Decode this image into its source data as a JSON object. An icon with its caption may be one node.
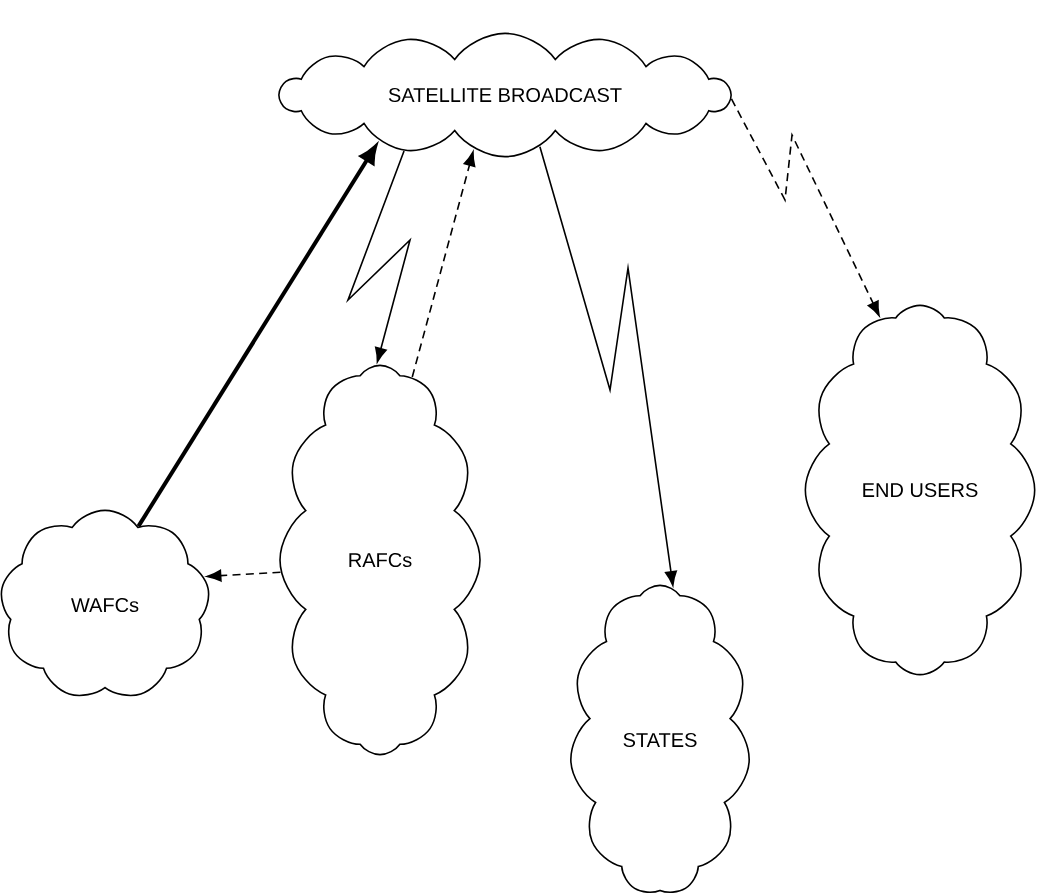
{
  "diagram": {
    "nodes": [
      {
        "text": [
          "SATELLITE BROADCAST"
        ]
      },
      {
        "text": [
          "WAFCs"
        ]
      },
      {
        "text": [
          "RAFCs"
        ]
      },
      {
        "text": [
          "STATES"
        ]
      },
      {
        "text": [
          "END USERS"
        ]
      }
    ],
    "edges": [
      {
        "from": 1,
        "to": 0,
        "arrow": "to",
        "style": "thick"
      },
      {
        "from": 0,
        "to": 2,
        "arrow": "to"
      },
      {
        "from": 2,
        "to": 0,
        "arrow": "to",
        "style": "dashed"
      },
      {
        "from": 0,
        "to": 3,
        "arrow": "to"
      },
      {
        "from": 0,
        "to": 4,
        "arrow": "to",
        "style": "dashed"
      },
      {
        "from": 2,
        "to": 1,
        "arrow": "to",
        "style": "dashed"
      }
    ]
  }
}
